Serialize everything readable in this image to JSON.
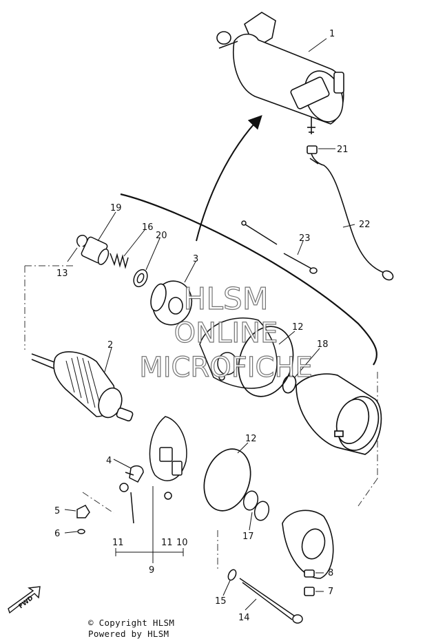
{
  "callouts": [
    "1",
    "2",
    "3",
    "4",
    "5",
    "6",
    "7",
    "8",
    "9",
    "10",
    "11",
    "11",
    "11",
    "12",
    "12",
    "13",
    "14",
    "15",
    "16",
    "17",
    "18",
    "19",
    "20",
    "21",
    "22",
    "23"
  ],
  "watermark": {
    "line1": "HLSM",
    "line2": "ONLINE",
    "line3": "MICROFICHE"
  },
  "fwd_label": "FWD",
  "footer": {
    "copyright": "© Copyright HLSM",
    "powered": "Powered by HLSM"
  }
}
